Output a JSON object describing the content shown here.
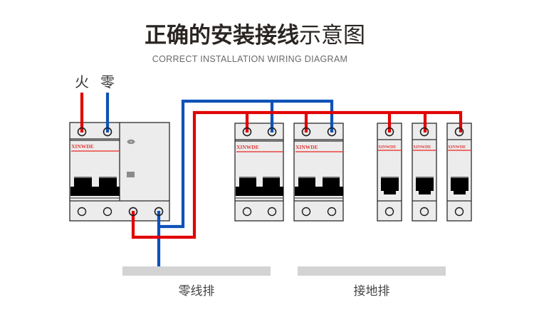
{
  "title": {
    "bold_part": "正确的安装接线",
    "light_part": "示意图",
    "subtitle": "CORRECT INSTALLATION WIRING DIAGRAM"
  },
  "inputs": {
    "live_label": "火",
    "neutral_label": "零"
  },
  "brand": "XINWDE",
  "busbars": {
    "neutral_label": "零线排",
    "ground_label": "接地排"
  },
  "breakers": [
    {
      "type": "main-rcbo-2p",
      "poles": 2
    },
    {
      "type": "mcb-2p",
      "poles": 2
    },
    {
      "type": "mcb-2p",
      "poles": 2
    },
    {
      "type": "mcb-1p",
      "poles": 1
    },
    {
      "type": "mcb-1p",
      "poles": 1
    },
    {
      "type": "mcb-1p",
      "poles": 1
    }
  ],
  "colors": {
    "live_wire": "#e10000",
    "neutral_wire": "#0d52b8",
    "brand_red": "#e23b3b",
    "busbar_gray": "#d3d3d3"
  }
}
